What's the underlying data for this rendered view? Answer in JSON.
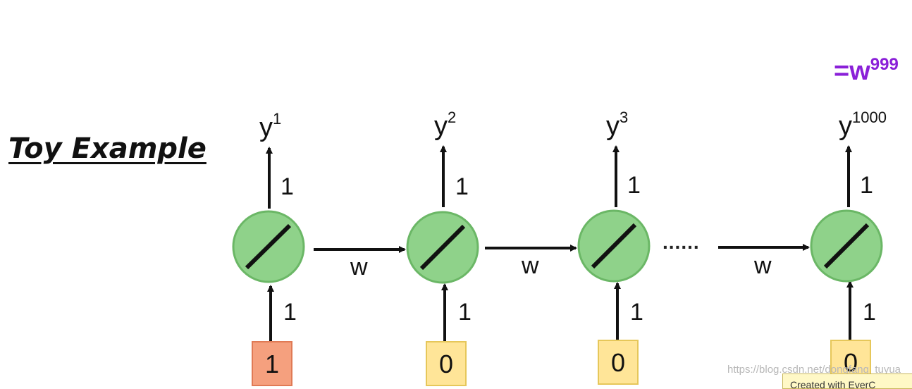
{
  "title": "Toy Example",
  "formula": {
    "base": "=w",
    "exp": "999"
  },
  "node_symbol": "/",
  "steps": [
    {
      "output_base": "y",
      "output_sup": "1",
      "output_weight": "1",
      "input_weight": "1",
      "input": "1",
      "input_color": "red"
    },
    {
      "output_base": "y",
      "output_sup": "2",
      "output_weight": "1",
      "input_weight": "1",
      "input": "0",
      "input_color": "yellow"
    },
    {
      "output_base": "y",
      "output_sup": "3",
      "output_weight": "1",
      "input_weight": "1",
      "input": "0",
      "input_color": "yellow"
    },
    {
      "output_base": "y",
      "output_sup": "1000",
      "output_weight": "1",
      "input_weight": "1",
      "input": "0",
      "input_color": "yellow"
    }
  ],
  "recurrent_weights": [
    "w",
    "w",
    "w"
  ],
  "ellipsis": "......",
  "colors": {
    "node_fill": "#8fd28a",
    "node_stroke": "#6bb766",
    "formula": "#8a20d8",
    "input_one": "#f5a07e",
    "input_zero": "#ffe598"
  },
  "watermark": "https://blog.csdn.net/dongfang_tuyua",
  "credit": "Created with EverC"
}
